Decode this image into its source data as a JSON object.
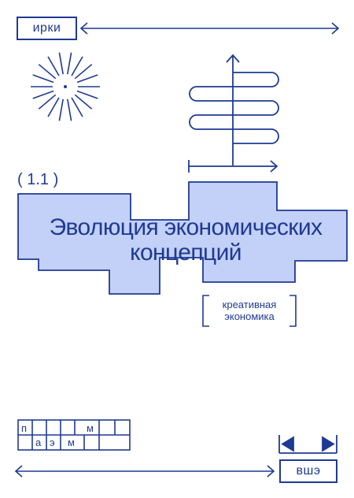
{
  "header": {
    "brand": "ирки"
  },
  "section": {
    "number": "( 1.1 )"
  },
  "title": "Эволюция экономических концепций",
  "tag": {
    "line1": "креативная",
    "line2": "экономика"
  },
  "grid_letters": {
    "top": [
      "п",
      "м"
    ],
    "bottom": [
      "а",
      "э",
      "м"
    ]
  },
  "footer": {
    "school": "вшэ"
  },
  "colors": {
    "accent": "#1f3a93",
    "fill": "#c3d0f7",
    "background": "#ffffff"
  }
}
